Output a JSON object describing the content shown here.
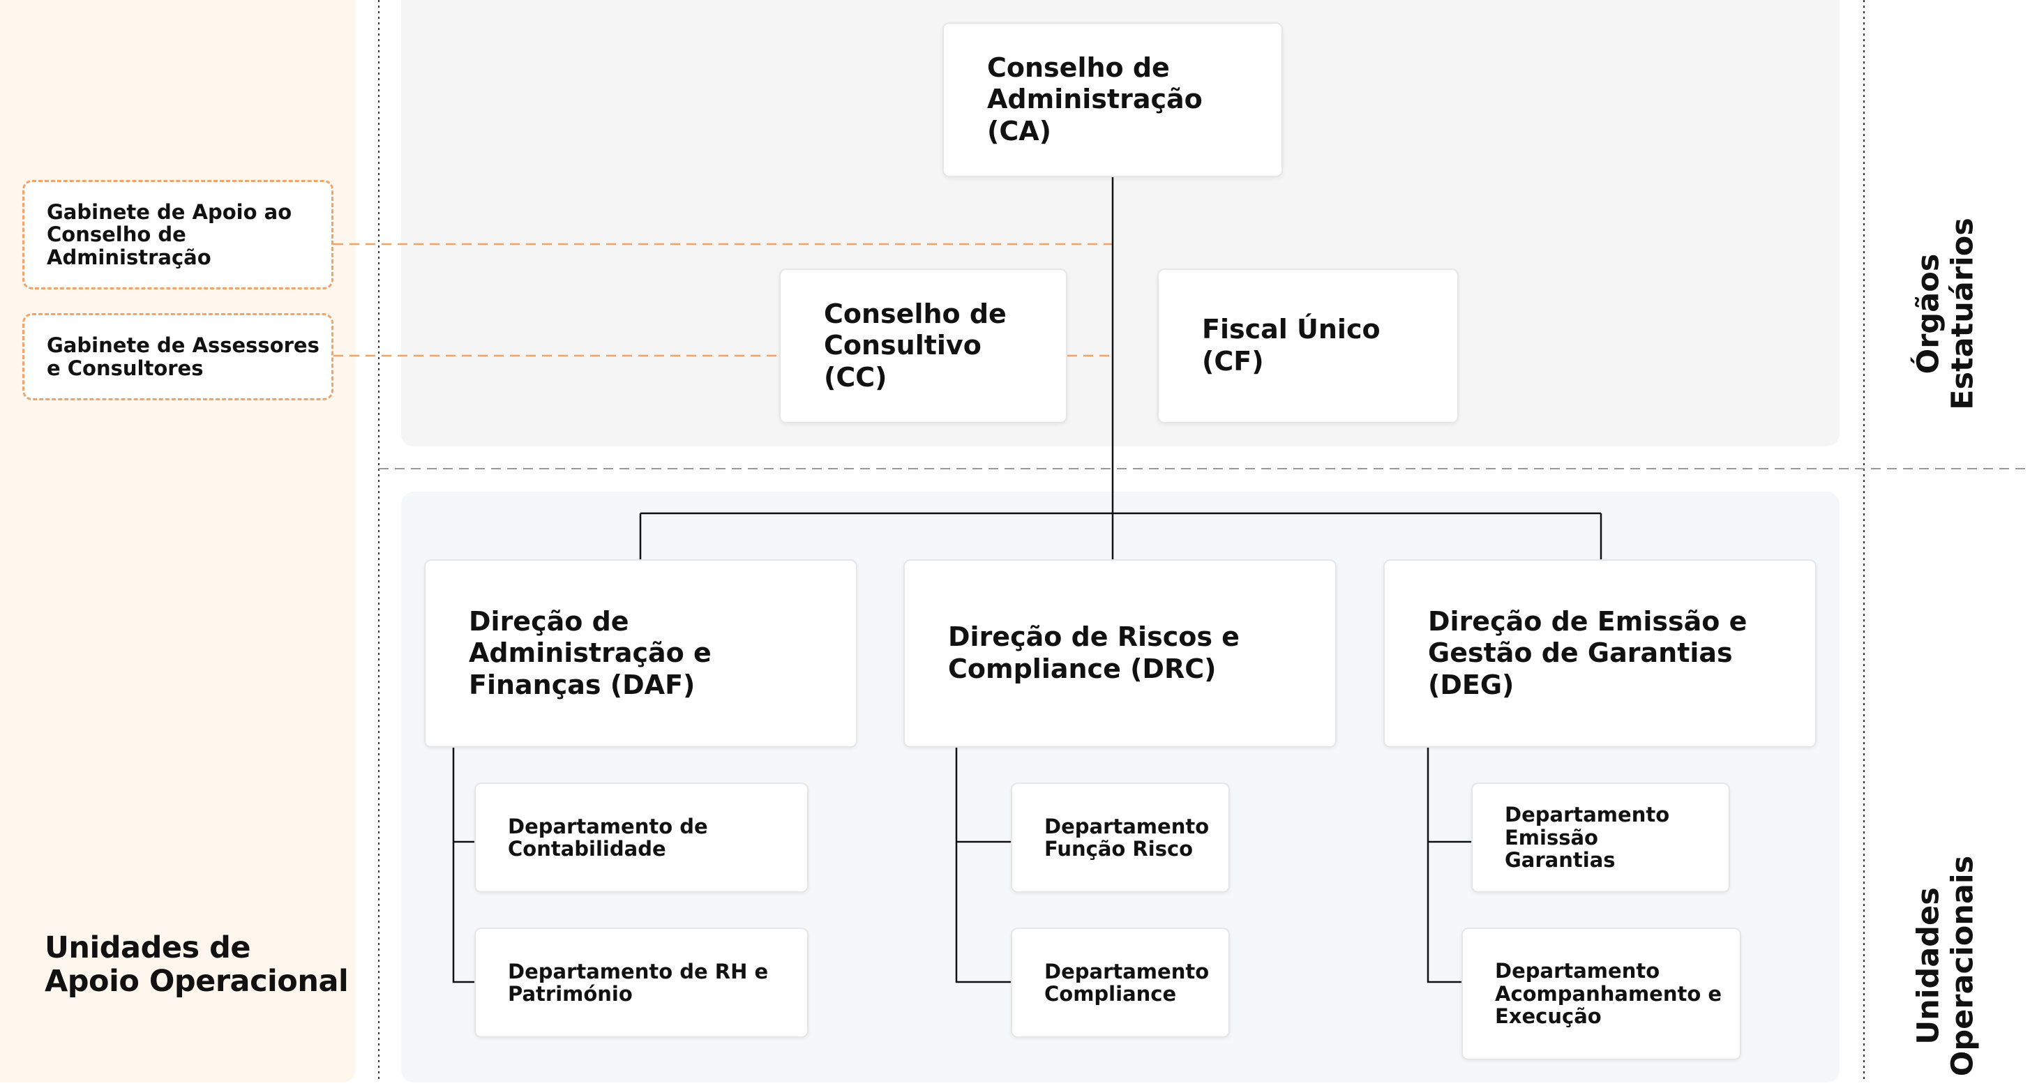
{
  "sections": {
    "support_units": "Unidades de Apoio Operacional",
    "statutory_bodies": "Órgãos\nEstatuários",
    "operational_units": "Unidades\nOperacionais"
  },
  "statutory": {
    "board": "Conselho de Administração (CA)",
    "advisory_council": "Conselho de Consultivo (CC)",
    "sole_auditor": "Fiscal Único (CF)"
  },
  "support": {
    "board_office": "Gabinete de Apoio ao Conselho de Administração",
    "advisors_office": "Gabinete de Assessores e Consultores"
  },
  "directorates": [
    {
      "name": "Direção de Administração e Finanças (DAF)",
      "departments": [
        "Departamento de Contabilidade",
        "Departamento de RH e Património"
      ]
    },
    {
      "name": "Direção de Riscos e Compliance (DRC)",
      "departments": [
        "Departamento Função Risco",
        "Departamento Compliance"
      ]
    },
    {
      "name": "Direção de Emissão e Gestão de Garantias (DEG)",
      "departments": [
        "Departamento Emissão Garantias",
        "Departamento Acompanhamento e Execução"
      ]
    }
  ],
  "colors": {
    "support_panel": "#fff7ee",
    "statutory_panel": "#f5f5f5",
    "operational_panel": "#f4f8fb",
    "dashed_connector": "#f0a46a"
  }
}
